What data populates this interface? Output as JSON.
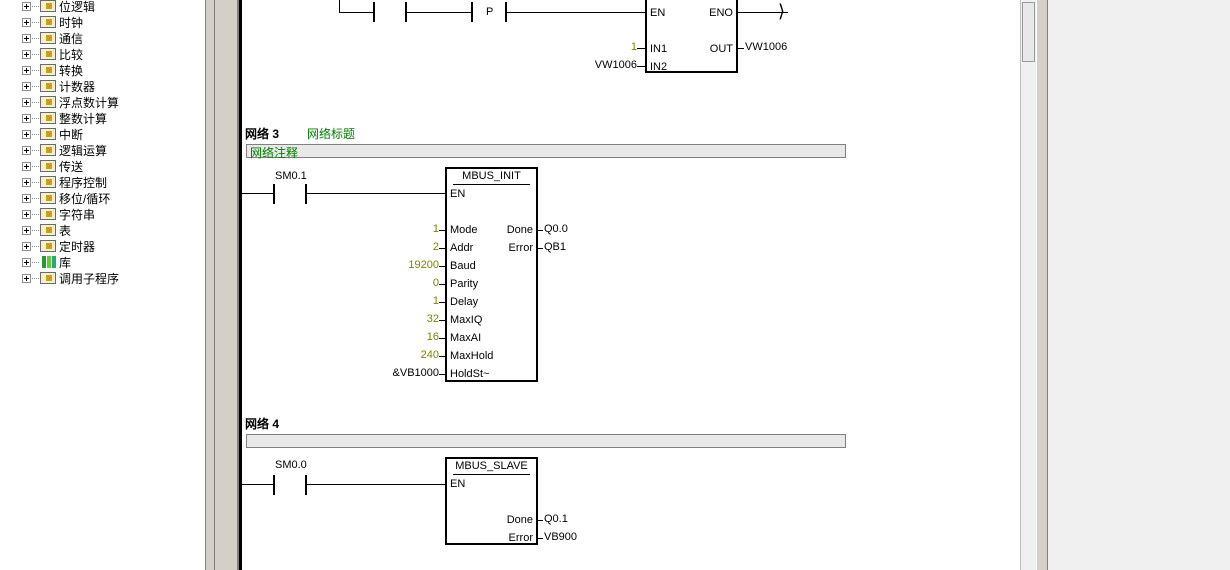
{
  "tree": {
    "items": [
      {
        "label": "位逻辑",
        "icon": "bit-logic-icon"
      },
      {
        "label": "时钟",
        "icon": "clock-icon"
      },
      {
        "label": "通信",
        "icon": "communication-icon"
      },
      {
        "label": "比较",
        "icon": "compare-icon"
      },
      {
        "label": "转换",
        "icon": "convert-icon"
      },
      {
        "label": "计数器",
        "icon": "counter-icon"
      },
      {
        "label": "浮点数计算",
        "icon": "float-math-icon"
      },
      {
        "label": "整数计算",
        "icon": "integer-math-icon"
      },
      {
        "label": "中断",
        "icon": "interrupt-icon"
      },
      {
        "label": "逻辑运算",
        "icon": "logic-ops-icon"
      },
      {
        "label": "传送",
        "icon": "move-icon"
      },
      {
        "label": "程序控制",
        "icon": "program-control-icon"
      },
      {
        "label": "移位/循环",
        "icon": "shift-rotate-icon"
      },
      {
        "label": "字符串",
        "icon": "string-icon"
      },
      {
        "label": "表",
        "icon": "table-icon"
      },
      {
        "label": "定时器",
        "icon": "timer-icon"
      },
      {
        "label": "库",
        "icon": "library-icon"
      },
      {
        "label": "调用子程序",
        "icon": "call-subroutine-icon"
      }
    ]
  },
  "net2": {
    "p_label": "P",
    "en": "EN",
    "eno": "ENO",
    "in1_label": "IN1",
    "in2_label": "IN2",
    "out_label": "OUT",
    "in1_value": "1",
    "in2_value": "VW1006",
    "out_value": "VW1006"
  },
  "net3": {
    "title": "网络 3",
    "subtitle": "网络标题",
    "comment": "网络注释",
    "contact_address": "SM0.1",
    "block_name": "MBUS_INIT",
    "en": "EN",
    "inputs": [
      {
        "pin": "Mode",
        "value": "1"
      },
      {
        "pin": "Addr",
        "value": "2"
      },
      {
        "pin": "Baud",
        "value": "19200"
      },
      {
        "pin": "Parity",
        "value": "0"
      },
      {
        "pin": "Delay",
        "value": "1"
      },
      {
        "pin": "MaxIQ",
        "value": "32"
      },
      {
        "pin": "MaxAI",
        "value": "16"
      },
      {
        "pin": "MaxHold",
        "value": "240"
      },
      {
        "pin": "HoldSt~",
        "value": "&VB1000"
      }
    ],
    "outputs": [
      {
        "pin": "Done",
        "value": "Q0.0"
      },
      {
        "pin": "Error",
        "value": "QB1"
      }
    ]
  },
  "net4": {
    "title": "网络 4",
    "contact_address": "SM0.0",
    "block_name": "MBUS_SLAVE",
    "en": "EN",
    "outputs": [
      {
        "pin": "Done",
        "value": "Q0.1"
      },
      {
        "pin": "Error",
        "value": "VB900"
      }
    ]
  },
  "colors": {
    "comment_text": "#008000",
    "constant_value": "#808000",
    "panel": "#d4d0c8"
  }
}
